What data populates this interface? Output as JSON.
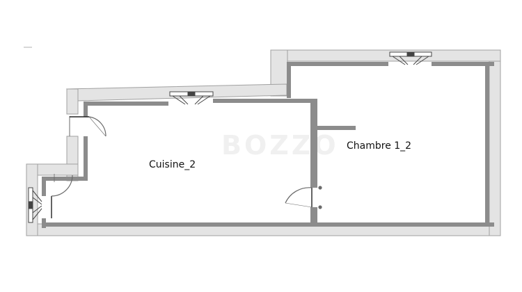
{
  "rooms": {
    "kitchen": {
      "label": "Cuisine_2"
    },
    "bedroom": {
      "label": "Chambre 1_2"
    }
  },
  "watermark": {
    "text": "BOZZO"
  },
  "colors": {
    "wall_outer": "#e4e4e4",
    "wall_outer_stroke": "#a0a0a0",
    "wall_inner": "#8c8c8c",
    "door": "#6a6a6a",
    "background": "#ffffff"
  }
}
